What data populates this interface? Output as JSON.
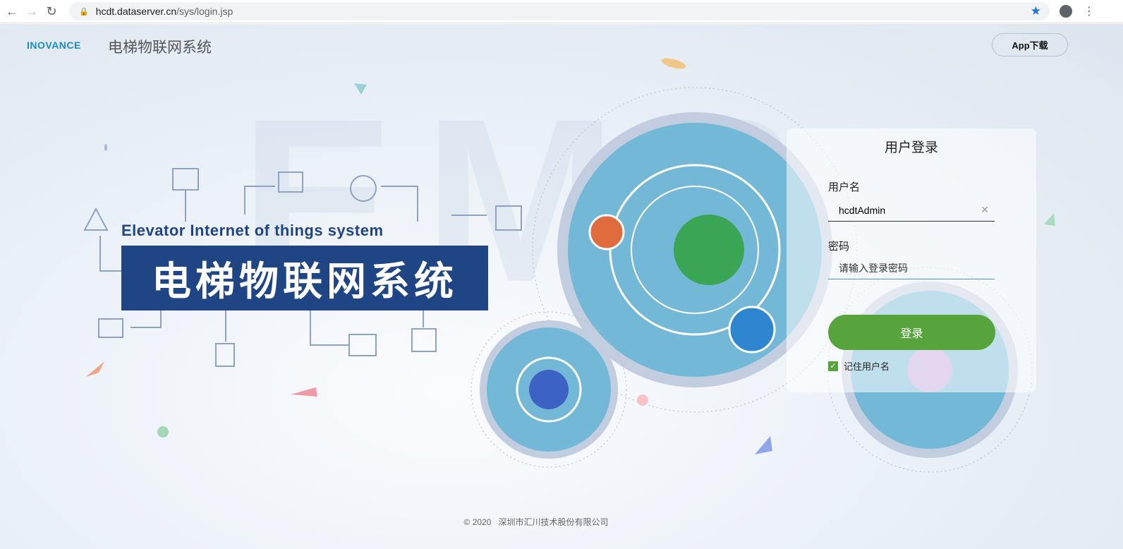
{
  "browser": {
    "url_host": "hcdt.dataserver.cn",
    "url_path": "/sys/login.jsp"
  },
  "header": {
    "logo": "INOVANCE",
    "title": "电梯物联网系统",
    "app_download": "App下载"
  },
  "banner": {
    "bg_text": "EMS",
    "english": "Elevator Internet of things system",
    "chinese": "电梯物联网系统"
  },
  "login": {
    "title": "用户登录",
    "username_label": "用户名",
    "username_value": "hcdtAdmin",
    "password_label": "密码",
    "password_placeholder": "请输入登录密码",
    "submit": "登录",
    "remember": "记住用户名",
    "remember_checked": true
  },
  "colors": {
    "accent_green": "#58a43c",
    "banner_blue": "#1f4584",
    "logo_blue": "#1a8bd0"
  },
  "footer": {
    "copyright": "© 2020",
    "company": "深圳市汇川技术股份有限公司"
  }
}
